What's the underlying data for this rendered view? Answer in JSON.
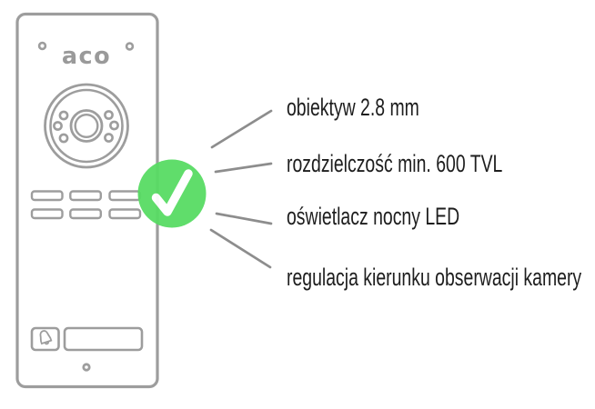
{
  "diagram": {
    "type": "product-feature-callout",
    "product": "video door intercom panel"
  },
  "brand": {
    "logo": "aco"
  },
  "badge": {
    "icon": "checkmark-icon",
    "color": "#58dc64",
    "check_color": "#ffffff"
  },
  "features": [
    {
      "label": "obiektyw 2.8 mm"
    },
    {
      "label": "rozdzielczość min. 600 TVL"
    },
    {
      "label": "oświetlacz nocny LED"
    },
    {
      "label": "regulacja kierunku obserwacji kamery"
    }
  ],
  "device_parts": [
    "screw-hole-top-left",
    "screw-hole-top-right",
    "camera-lens",
    "led-illuminator-holes",
    "speaker-vents",
    "bell-button",
    "name-plate",
    "screw-hole-bottom"
  ],
  "colors": {
    "device_outline": "#9d9d9d",
    "logo_gray": "#9a9a9a",
    "callout_line": "#8d8d8d",
    "text": "#1e1e1e",
    "background": "#ffffff"
  }
}
